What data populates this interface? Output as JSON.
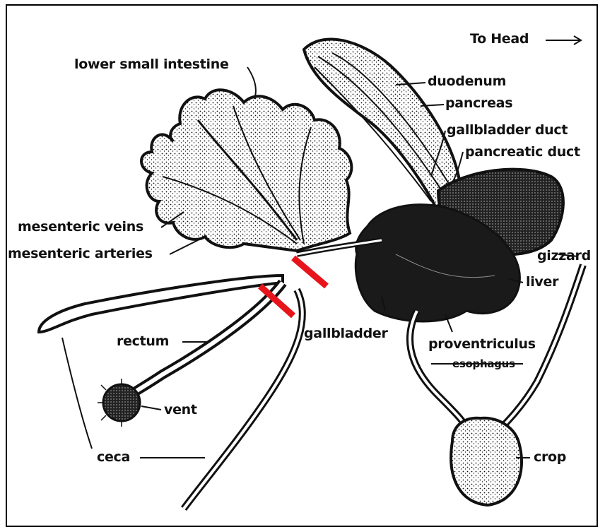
{
  "direction_label": "To Head",
  "labels": {
    "lower_small_intestine": "lower small intestine",
    "duodenum": "duodenum",
    "pancreas": "pancreas",
    "gallbladder_duct": "gallbladder duct",
    "pancreatic_duct": "pancreatic duct",
    "mesenteric_veins": "mesenteric veins",
    "mesenteric_arteries": "mesenteric arteries",
    "gizzard": "gizzard",
    "liver": "liver",
    "rectum": "rectum",
    "gallbladder": "gallbladder",
    "proventriculus": "proventriculus",
    "esophagus": "esophagus",
    "vent": "vent",
    "ceca": "ceca",
    "crop": "crop"
  },
  "colors": {
    "ink": "#111111",
    "cut_marks": "#e8141c",
    "background": "#ffffff"
  }
}
